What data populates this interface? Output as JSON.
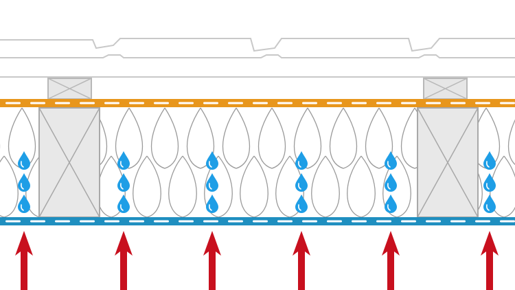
{
  "diagram": {
    "description_visible_text": "",
    "colors": {
      "background": "#ffffff",
      "roof_lines": "#c8c8c8",
      "batten_fill": "#e6e6e6",
      "batten_stroke": "#b8b8b8",
      "upper_membrane": "#e8961c",
      "lower_membrane": "#1f8fc0",
      "membrane_dashes": "#ffffff",
      "insulation_lines": "#9a9a9a",
      "rafter_fill": "#e8e8e8",
      "rafter_stroke": "#a8a8a8",
      "droplet_fill": "#1e9ee6",
      "droplet_highlight": "#ffffff",
      "arrow_fill": "#c8101e"
    },
    "icons": {
      "droplet": "water-droplet-icon",
      "arrow": "up-arrow-icon"
    },
    "counts": {
      "droplet_columns": 6,
      "droplets_per_column": 3,
      "arrows": 6,
      "rafters": 2,
      "battens": 2
    }
  }
}
